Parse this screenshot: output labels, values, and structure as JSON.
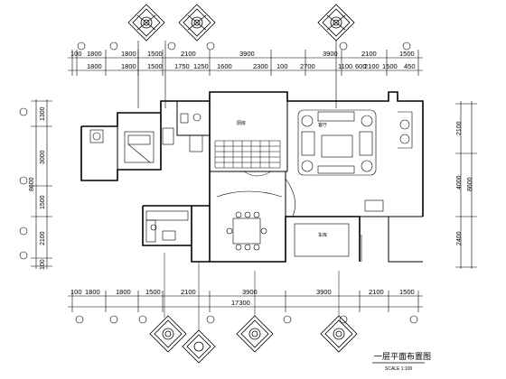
{
  "drawing": {
    "title": "一层平面布置图",
    "scale": "SCALE 1:100"
  },
  "dimensions": {
    "top_row1": [
      "100",
      "1800",
      "1800",
      "1500",
      "2100",
      "3900",
      "3900",
      "2100",
      "1500"
    ],
    "top_row2": [
      "1800",
      "1800",
      "1500",
      "1750",
      "1250",
      "1600",
      "2300",
      "100",
      "2700",
      "1100",
      "600",
      "2100",
      "1500",
      "450"
    ],
    "bottom_row": [
      "100",
      "1800",
      "1800",
      "1500",
      "2100",
      "3900",
      "3900",
      "2100",
      "1500"
    ],
    "bottom_total": "17300",
    "left_segments": [
      "1300",
      "3000",
      "1500",
      "2100",
      "100"
    ],
    "left_total": "8600",
    "right_segments": [
      "2100",
      "4000",
      "2400"
    ],
    "right_total": "8600"
  },
  "rooms": {
    "living": "客厅",
    "kitchen": "厨房",
    "garage": "车库"
  }
}
